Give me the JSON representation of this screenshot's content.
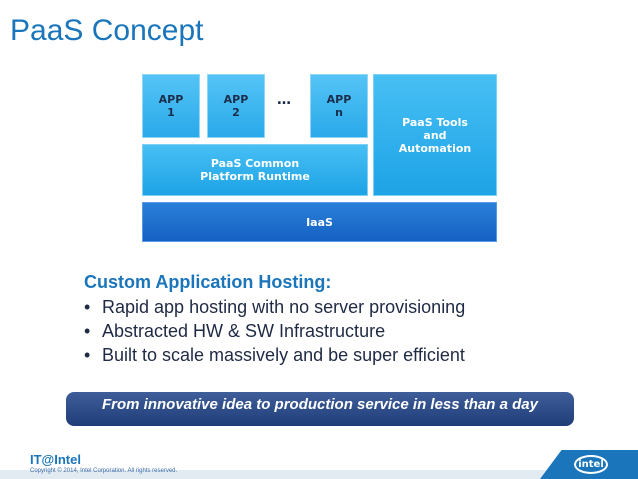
{
  "slide": {
    "title": "PaaS Concept"
  },
  "diagram": {
    "apps": [
      {
        "line1": "APP",
        "line2": "1"
      },
      {
        "line1": "APP",
        "line2": "2"
      },
      {
        "line1": "APP",
        "line2": "n"
      }
    ],
    "ellipsis": "…",
    "runtime": {
      "line1": "PaaS Common",
      "line2": "Platform Runtime"
    },
    "tools": {
      "line1": "PaaS Tools",
      "line2": "and",
      "line3": "Automation"
    },
    "iaas": "IaaS"
  },
  "content": {
    "heading": "Custom Application Hosting:",
    "bullets": [
      "Rapid app hosting with no server provisioning",
      "Abstracted HW & SW Infrastructure",
      "Built to scale massively and be super efficient"
    ],
    "bullet_symbol": "•"
  },
  "banner": {
    "text": "From innovative idea to production service in less than a day"
  },
  "footer": {
    "brand": "IT@Intel",
    "copyright": "Copyright © 2014, Intel Corporation. All rights reserved.",
    "logo_text": "intel"
  },
  "colors": {
    "title_blue": "#1a75bb",
    "app_light_blue": "#2aa9ea",
    "iaas_blue": "#1560c4",
    "banner_navy": "#1f3d78"
  }
}
